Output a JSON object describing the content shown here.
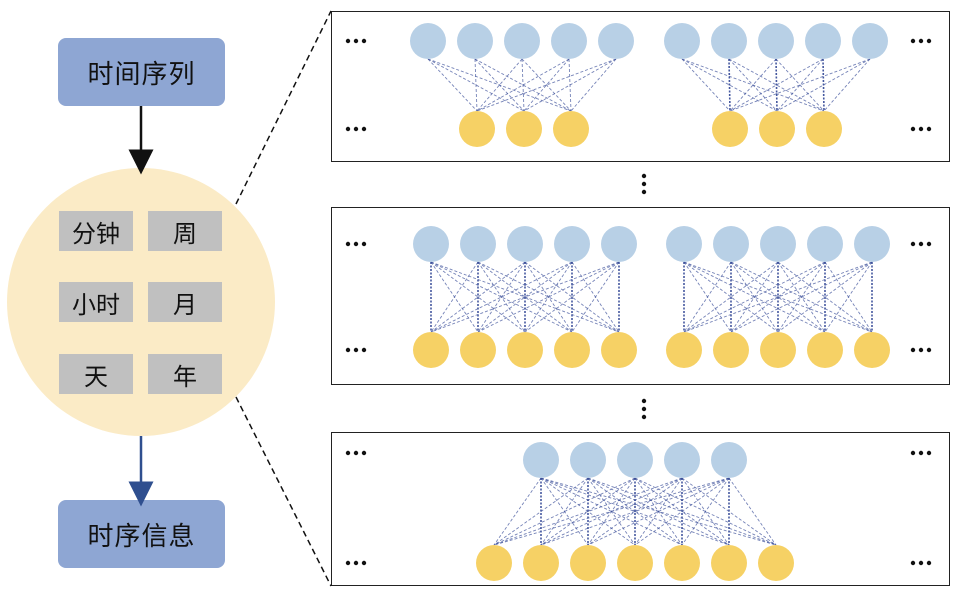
{
  "input_box": {
    "label": "时间序列"
  },
  "output_box": {
    "label": "时序信息"
  },
  "time_units": [
    {
      "label": "分钟"
    },
    {
      "label": "周"
    },
    {
      "label": "小时"
    },
    {
      "label": "月"
    },
    {
      "label": "天"
    },
    {
      "label": "年"
    }
  ],
  "colors": {
    "box_fill": "#8ea6d3",
    "circle_fill": "#fbebc6",
    "unit_fill": "#c0c0c0",
    "top_node": "#b8d0e6",
    "bottom_node": "#f6d165",
    "edge": "#3b4f9a",
    "arrow_in": "#111111",
    "arrow_out": "#2f4f8f"
  },
  "panels": [
    {
      "groups": [
        {
          "top_nodes": 5,
          "bottom_nodes": 3
        },
        {
          "top_nodes": 5,
          "bottom_nodes": 3
        }
      ]
    },
    {
      "groups": [
        {
          "top_nodes": 5,
          "bottom_nodes": 5
        },
        {
          "top_nodes": 5,
          "bottom_nodes": 5
        }
      ]
    },
    {
      "groups": [
        {
          "top_nodes": 5,
          "bottom_nodes": 7
        }
      ]
    }
  ],
  "ellipsis": "…"
}
